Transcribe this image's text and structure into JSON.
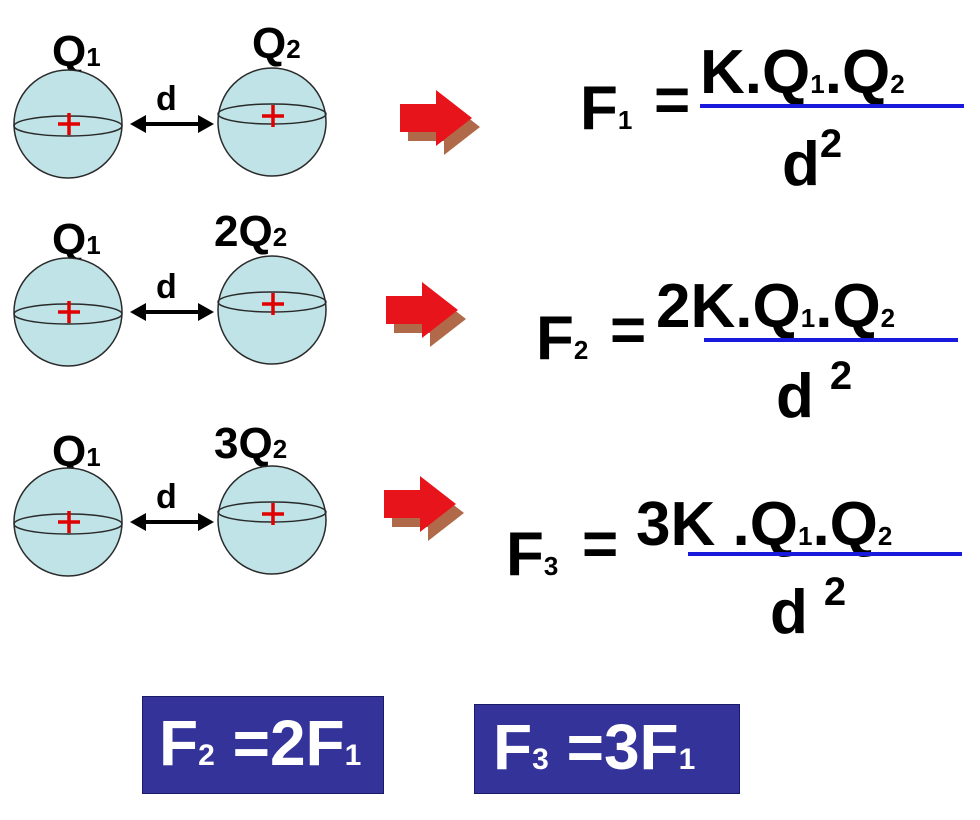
{
  "rows": [
    {
      "left_charge": "Q",
      "left_sub": "1",
      "right_coef": "",
      "right_charge": "Q",
      "right_sub": "2",
      "distance": "d",
      "force_sym": "F",
      "force_sub": "1",
      "equals": "=",
      "num_coef": "",
      "num_k": "K",
      "num_q1": "Q",
      "num_q1_sub": "1",
      "num_q2": "Q",
      "num_q2_sub": "2",
      "den": "d",
      "den_exp": "2"
    },
    {
      "left_charge": "Q",
      "left_sub": "1",
      "right_coef": "2",
      "right_charge": "Q",
      "right_sub": "2",
      "distance": "d",
      "force_sym": "F",
      "force_sub": "2",
      "equals": "=",
      "num_coef": "2",
      "num_k": "K",
      "num_q1": "Q",
      "num_q1_sub": "1",
      "num_q2": "Q",
      "num_q2_sub": "2",
      "den": "d",
      "den_exp": "2"
    },
    {
      "left_charge": "Q",
      "left_sub": "1",
      "right_coef": "3",
      "right_charge": "Q",
      "right_sub": "2",
      "distance": "d",
      "force_sym": "F",
      "force_sub": "3",
      "equals": "=",
      "num_coef": "3",
      "num_k": "K",
      "num_q1": "Q",
      "num_q1_sub": "1",
      "num_q2": "Q",
      "num_q2_sub": "2",
      "den": "d",
      "den_exp": "2"
    }
  ],
  "sign": "+",
  "dot": ".",
  "results": [
    {
      "lhs": "F",
      "lhs_sub": "2",
      "equals": "=",
      "coef": "2",
      "rhs": "F",
      "rhs_sub": "1"
    },
    {
      "lhs": "F",
      "lhs_sub": "3",
      "equals": "=",
      "coef": "3",
      "rhs": "F",
      "rhs_sub": "1"
    }
  ],
  "colors": {
    "sphere_fill": "#bfe3e6",
    "sphere_stroke": "#2a2a2a",
    "plus": "#e00000",
    "arrow_red": "#e8141c",
    "arrow_shadow": "#b06a4a",
    "fraction_line": "#1a1adf",
    "result_box": "#333399"
  },
  "icons": [
    "sphere-icon",
    "plus-sign-icon",
    "double-arrow-icon",
    "red-arrow-icon"
  ]
}
